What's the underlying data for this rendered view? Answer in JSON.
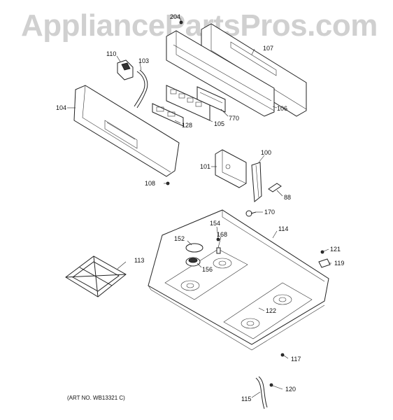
{
  "watermark": "AppliancePartsPros.com",
  "art_number": "(ART NO. WB13321 C)",
  "callouts": {
    "p204": "204",
    "p107": "107",
    "p110": "110",
    "p103": "103",
    "p104": "104",
    "p106": "106",
    "p770": "770",
    "p128": "128",
    "p105": "105",
    "p101": "101",
    "p100": "100",
    "p108": "108",
    "p88": "88",
    "p170": "170",
    "p114": "114",
    "p154": "154",
    "p168": "168",
    "p152": "152",
    "p121": "121",
    "p113": "113",
    "p156": "156",
    "p119": "119",
    "p122": "122",
    "p117": "117",
    "p120": "120",
    "p115": "115"
  }
}
